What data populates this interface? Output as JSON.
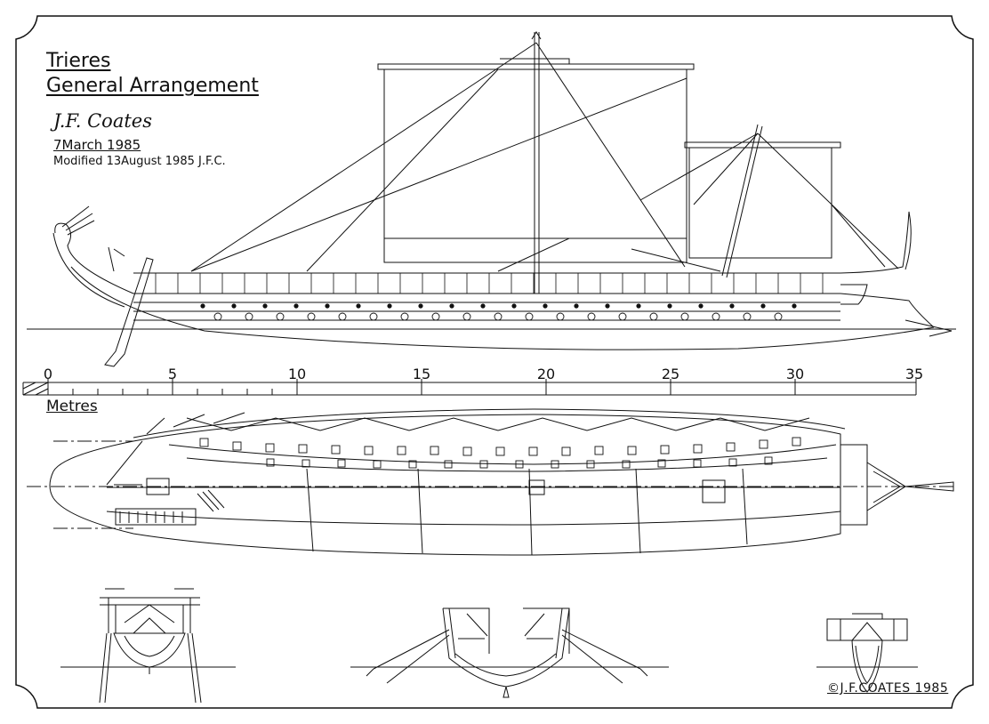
{
  "title": {
    "line1": "Trieres",
    "line2": "General Arrangement"
  },
  "credits": {
    "author": "J.F. Coates",
    "date": "7March 1985",
    "modified": "Modified 13August 1985 J.F.C."
  },
  "scale": {
    "ticks": [
      "0",
      "5",
      "10",
      "15",
      "20",
      "25",
      "30",
      "35"
    ],
    "units": "Metres"
  },
  "copyright": "©J.F.COATES 1985"
}
